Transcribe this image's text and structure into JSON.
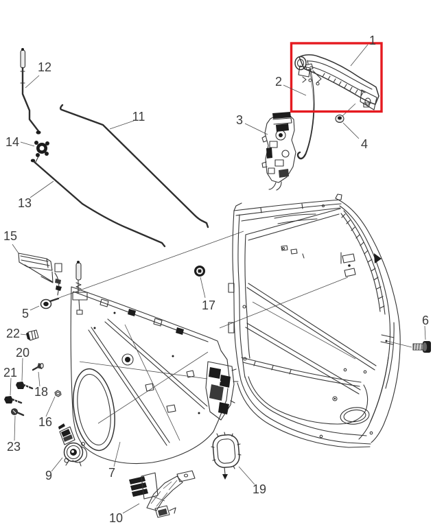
{
  "diagram": {
    "kind": "exploded-parts-line-drawing",
    "background": "#ffffff",
    "line_color": "#333333",
    "label_color": "#3b3b3b",
    "highlight_color": "#e51a20",
    "highlighted_callout": "1",
    "callouts": [
      {
        "label": "1",
        "part": "exterior-door-handle",
        "highlighted": true
      },
      {
        "label": "2",
        "part": "handle-to-latch-rod"
      },
      {
        "label": "3",
        "part": "door-latch"
      },
      {
        "label": "4",
        "part": "handle-nut"
      },
      {
        "label": "5",
        "part": "push-pin-fastener"
      },
      {
        "label": "6",
        "part": "door-bolt"
      },
      {
        "label": "7",
        "part": "door-module-carrier-plate"
      },
      {
        "label": "9",
        "part": "window-motor"
      },
      {
        "label": "10",
        "part": "support-bracket"
      },
      {
        "label": "11",
        "part": "long-lock-rod"
      },
      {
        "label": "12",
        "part": "lock-knob-rod"
      },
      {
        "label": "13",
        "part": "lower-lock-rod"
      },
      {
        "label": "14",
        "part": "rod-clip"
      },
      {
        "label": "15",
        "part": "inside-door-handle"
      },
      {
        "label": "16",
        "part": "nut"
      },
      {
        "label": "17",
        "part": "grommet-plug"
      },
      {
        "label": "18",
        "part": "screw"
      },
      {
        "label": "19",
        "part": "access-hole-seal"
      },
      {
        "label": "20",
        "part": "bolt"
      },
      {
        "label": "21",
        "part": "bolt"
      },
      {
        "label": "22",
        "part": "clip"
      },
      {
        "label": "23",
        "part": "screw"
      }
    ]
  }
}
